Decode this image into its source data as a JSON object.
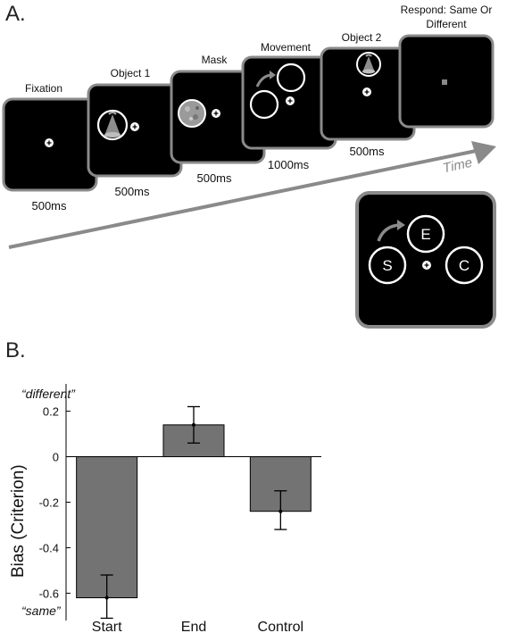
{
  "panel_a": {
    "letter": "A.",
    "frames": [
      {
        "label": "Fixation",
        "duration": "500ms"
      },
      {
        "label": "Object 1",
        "duration": "500ms"
      },
      {
        "label": "Mask",
        "duration": "500ms"
      },
      {
        "label": "Movement",
        "duration": "1000ms"
      },
      {
        "label": "Object 2",
        "duration": "500ms"
      },
      {
        "label_line1": "Respond: Same Or",
        "label_line2": "Different",
        "duration": ""
      }
    ],
    "time_label": "Time",
    "inset_labels": {
      "start": "S",
      "end": "E",
      "control": "C"
    }
  },
  "panel_b": {
    "letter": "B."
  },
  "chart_data": {
    "type": "bar",
    "categories": [
      "Start",
      "End",
      "Control"
    ],
    "values": [
      -0.62,
      0.14,
      -0.24
    ],
    "error_low": [
      -0.71,
      0.06,
      -0.32
    ],
    "error_high": [
      -0.52,
      0.22,
      -0.15
    ],
    "ylabel": "Bias (Criterion)",
    "xlabel": "",
    "ylim": [
      -0.72,
      0.32
    ],
    "yticks": [
      -0.6,
      -0.4,
      -0.2,
      0,
      0.2
    ],
    "ytick_labels": [
      "-0.6",
      "-0.4",
      "-0.2",
      "0",
      "0.2"
    ],
    "top_annotation": "“different”",
    "bottom_annotation": "“same”",
    "bar_color": "#737373",
    "grid": false
  }
}
